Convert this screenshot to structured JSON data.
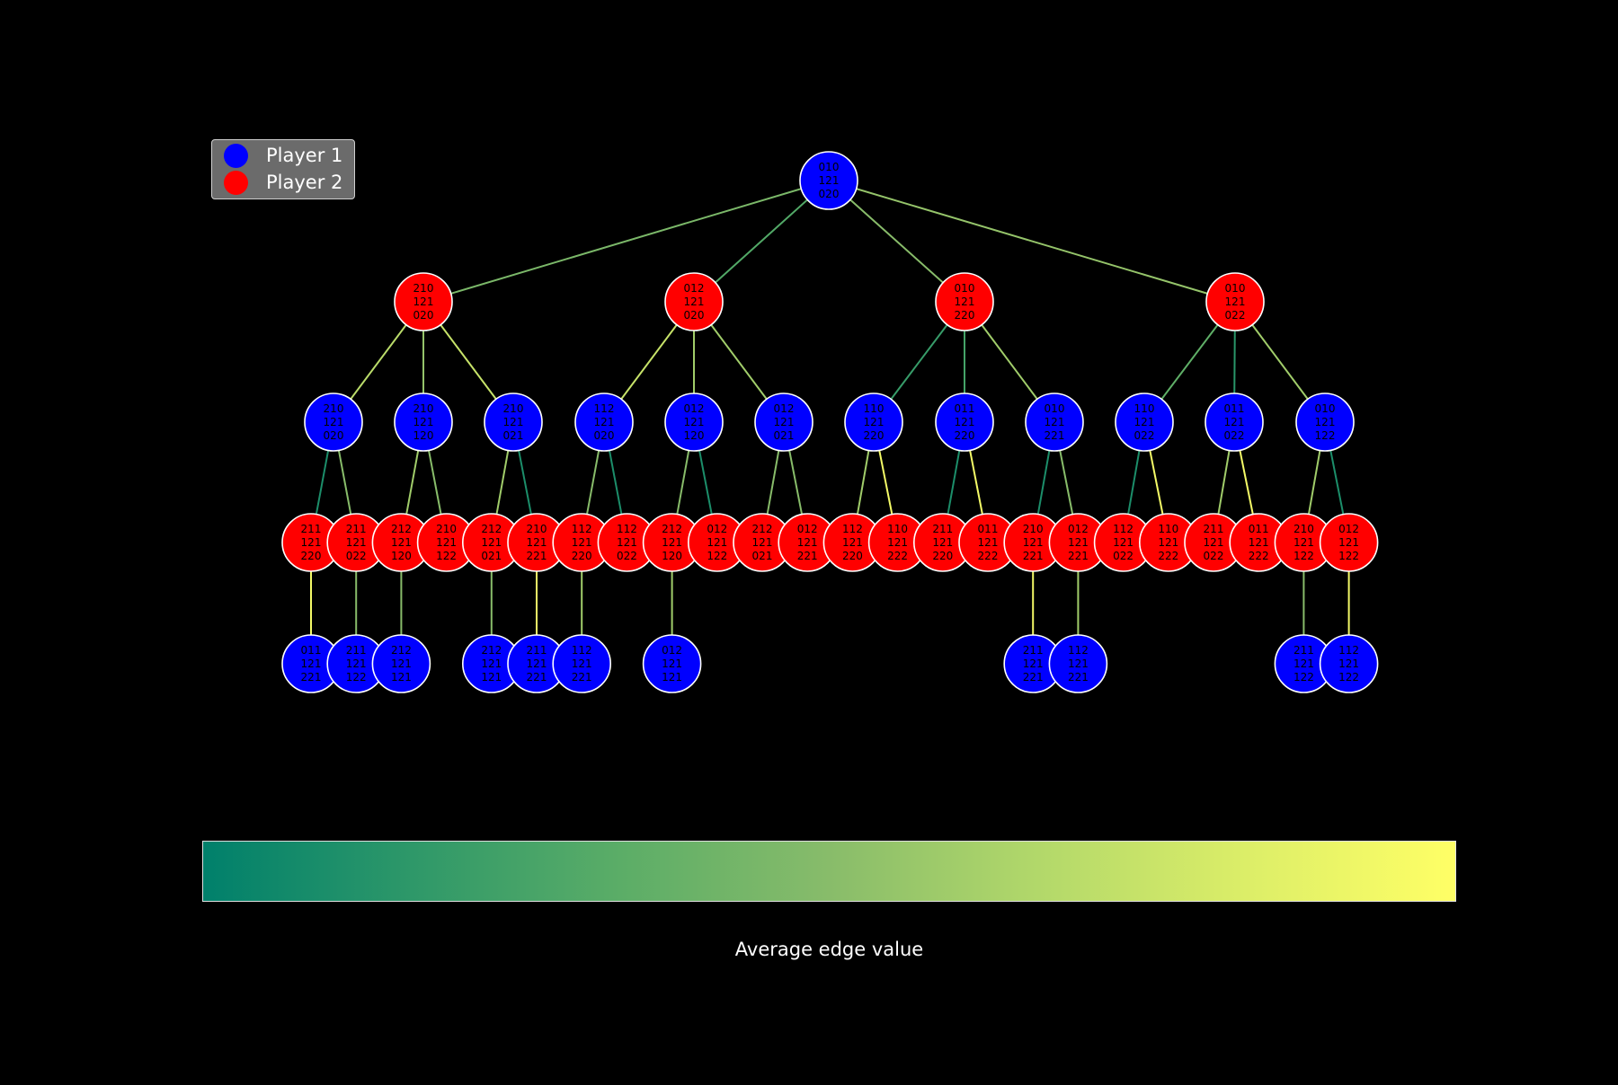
{
  "legend": {
    "items": [
      {
        "label": "Player 1",
        "color": "#0000ff"
      },
      {
        "label": "Player 2",
        "color": "#ff0000"
      }
    ]
  },
  "colorbar": {
    "label": "Average edge value",
    "colors": [
      "#00806b",
      "#2e9869",
      "#5bad67",
      "#88bc6a",
      "#b2d86a",
      "#dcee68",
      "#ffff66"
    ]
  },
  "tree": {
    "colors": {
      "player1": "#0000ff",
      "player2": "#ff0000",
      "node_border": "#ffffff",
      "text": "#000000"
    },
    "nodes": [
      {
        "id": "n0",
        "depth": 0,
        "player": 1,
        "lines": [
          "010",
          "121",
          "020"
        ]
      },
      {
        "id": "n1",
        "depth": 1,
        "player": 2,
        "lines": [
          "210",
          "121",
          "020"
        ],
        "parent": "n0",
        "edge": 0.45
      },
      {
        "id": "n2",
        "depth": 1,
        "player": 2,
        "lines": [
          "012",
          "121",
          "020"
        ],
        "parent": "n0",
        "edge": 0.3
      },
      {
        "id": "n3",
        "depth": 1,
        "player": 2,
        "lines": [
          "010",
          "121",
          "220"
        ],
        "parent": "n0",
        "edge": 0.5
      },
      {
        "id": "n4",
        "depth": 1,
        "player": 2,
        "lines": [
          "010",
          "121",
          "022"
        ],
        "parent": "n0",
        "edge": 0.55
      },
      {
        "id": "n5",
        "depth": 2,
        "player": 1,
        "lines": [
          "210",
          "121",
          "020"
        ],
        "parent": "n1",
        "edge": 0.7
      },
      {
        "id": "n6",
        "depth": 2,
        "player": 1,
        "lines": [
          "210",
          "121",
          "120"
        ],
        "parent": "n1",
        "edge": 0.55
      },
      {
        "id": "n7",
        "depth": 2,
        "player": 1,
        "lines": [
          "210",
          "121",
          "021"
        ],
        "parent": "n1",
        "edge": 0.75
      },
      {
        "id": "n8",
        "depth": 2,
        "player": 1,
        "lines": [
          "112",
          "121",
          "020"
        ],
        "parent": "n2",
        "edge": 0.75
      },
      {
        "id": "n9",
        "depth": 2,
        "player": 1,
        "lines": [
          "012",
          "121",
          "120"
        ],
        "parent": "n2",
        "edge": 0.6
      },
      {
        "id": "n10",
        "depth": 2,
        "player": 1,
        "lines": [
          "012",
          "121",
          "021"
        ],
        "parent": "n2",
        "edge": 0.6
      },
      {
        "id": "n11",
        "depth": 2,
        "player": 1,
        "lines": [
          "110",
          "121",
          "220"
        ],
        "parent": "n3",
        "edge": 0.2
      },
      {
        "id": "n12",
        "depth": 2,
        "player": 1,
        "lines": [
          "011",
          "121",
          "220"
        ],
        "parent": "n3",
        "edge": 0.25
      },
      {
        "id": "n13",
        "depth": 2,
        "player": 1,
        "lines": [
          "010",
          "121",
          "221"
        ],
        "parent": "n3",
        "edge": 0.6
      },
      {
        "id": "n14",
        "depth": 2,
        "player": 1,
        "lines": [
          "110",
          "121",
          "022"
        ],
        "parent": "n4",
        "edge": 0.35
      },
      {
        "id": "n15",
        "depth": 2,
        "player": 1,
        "lines": [
          "011",
          "121",
          "022"
        ],
        "parent": "n4",
        "edge": 0.15
      },
      {
        "id": "n16",
        "depth": 2,
        "player": 1,
        "lines": [
          "010",
          "121",
          "122"
        ],
        "parent": "n4",
        "edge": 0.6
      },
      {
        "id": "n17",
        "depth": 3,
        "player": 2,
        "lines": [
          "211",
          "121",
          "220"
        ],
        "parent": "n5",
        "edge": 0.1
      },
      {
        "id": "n18",
        "depth": 3,
        "player": 2,
        "lines": [
          "211",
          "121",
          "022"
        ],
        "parent": "n5",
        "edge": 0.5
      },
      {
        "id": "n19",
        "depth": 3,
        "player": 2,
        "lines": [
          "212",
          "121",
          "120"
        ],
        "parent": "n6",
        "edge": 0.6
      },
      {
        "id": "n20",
        "depth": 3,
        "player": 2,
        "lines": [
          "210",
          "121",
          "122"
        ],
        "parent": "n6",
        "edge": 0.5
      },
      {
        "id": "n21",
        "depth": 3,
        "player": 2,
        "lines": [
          "212",
          "121",
          "021"
        ],
        "parent": "n7",
        "edge": 0.6
      },
      {
        "id": "n22",
        "depth": 3,
        "player": 2,
        "lines": [
          "210",
          "121",
          "221"
        ],
        "parent": "n7",
        "edge": 0.1
      },
      {
        "id": "n23",
        "depth": 3,
        "player": 2,
        "lines": [
          "112",
          "121",
          "220"
        ],
        "parent": "n8",
        "edge": 0.5
      },
      {
        "id": "n24",
        "depth": 3,
        "player": 2,
        "lines": [
          "112",
          "121",
          "022"
        ],
        "parent": "n8",
        "edge": 0.1
      },
      {
        "id": "n25",
        "depth": 3,
        "player": 2,
        "lines": [
          "212",
          "121",
          "120"
        ],
        "parent": "n9",
        "edge": 0.5
      },
      {
        "id": "n26",
        "depth": 3,
        "player": 2,
        "lines": [
          "012",
          "121",
          "122"
        ],
        "parent": "n9",
        "edge": 0.1
      },
      {
        "id": "n27",
        "depth": 3,
        "player": 2,
        "lines": [
          "212",
          "121",
          "021"
        ],
        "parent": "n10",
        "edge": 0.5
      },
      {
        "id": "n28",
        "depth": 3,
        "player": 2,
        "lines": [
          "012",
          "121",
          "221"
        ],
        "parent": "n10",
        "edge": 0.5
      },
      {
        "id": "n29",
        "depth": 3,
        "player": 2,
        "lines": [
          "112",
          "121",
          "220"
        ],
        "parent": "n11",
        "edge": 0.6
      },
      {
        "id": "n30",
        "depth": 3,
        "player": 2,
        "lines": [
          "110",
          "121",
          "222"
        ],
        "parent": "n11",
        "edge": 0.95
      },
      {
        "id": "n31",
        "depth": 3,
        "player": 2,
        "lines": [
          "211",
          "121",
          "220"
        ],
        "parent": "n12",
        "edge": 0.1
      },
      {
        "id": "n32",
        "depth": 3,
        "player": 2,
        "lines": [
          "011",
          "121",
          "222"
        ],
        "parent": "n12",
        "edge": 0.95
      },
      {
        "id": "n33",
        "depth": 3,
        "player": 2,
        "lines": [
          "210",
          "121",
          "221"
        ],
        "parent": "n13",
        "edge": 0.1
      },
      {
        "id": "n34",
        "depth": 3,
        "player": 2,
        "lines": [
          "012",
          "121",
          "221"
        ],
        "parent": "n13",
        "edge": 0.5
      },
      {
        "id": "n35",
        "depth": 3,
        "player": 2,
        "lines": [
          "112",
          "121",
          "022"
        ],
        "parent": "n14",
        "edge": 0.1
      },
      {
        "id": "n36",
        "depth": 3,
        "player": 2,
        "lines": [
          "110",
          "121",
          "222"
        ],
        "parent": "n14",
        "edge": 0.95
      },
      {
        "id": "n37",
        "depth": 3,
        "player": 2,
        "lines": [
          "211",
          "121",
          "022"
        ],
        "parent": "n15",
        "edge": 0.6
      },
      {
        "id": "n38",
        "depth": 3,
        "player": 2,
        "lines": [
          "011",
          "121",
          "222"
        ],
        "parent": "n15",
        "edge": 0.95
      },
      {
        "id": "n39",
        "depth": 3,
        "player": 2,
        "lines": [
          "210",
          "121",
          "122"
        ],
        "parent": "n16",
        "edge": 0.6
      },
      {
        "id": "n40",
        "depth": 3,
        "player": 2,
        "lines": [
          "012",
          "121",
          "122"
        ],
        "parent": "n16",
        "edge": 0.1
      },
      {
        "id": "n41",
        "depth": 4,
        "player": 1,
        "lines": [
          "011",
          "121",
          "221"
        ],
        "parent": "n17",
        "edge": 0.95
      },
      {
        "id": "n42",
        "depth": 4,
        "player": 1,
        "lines": [
          "211",
          "121",
          "122"
        ],
        "parent": "n18",
        "edge": 0.5
      },
      {
        "id": "n43",
        "depth": 4,
        "player": 1,
        "lines": [
          "212",
          "121",
          "121"
        ],
        "parent": "n19",
        "edge": 0.5
      },
      {
        "id": "n44",
        "depth": 4,
        "player": 1,
        "lines": [
          "212",
          "121",
          "121"
        ],
        "parent": "n21",
        "edge": 0.5
      },
      {
        "id": "n45",
        "depth": 4,
        "player": 1,
        "lines": [
          "211",
          "121",
          "221"
        ],
        "parent": "n22",
        "edge": 0.95
      },
      {
        "id": "n46",
        "depth": 4,
        "player": 1,
        "lines": [
          "112",
          "121",
          "221"
        ],
        "parent": "n23",
        "edge": 0.6
      },
      {
        "id": "n47",
        "depth": 4,
        "player": 1,
        "lines": [
          "012",
          "121",
          "121"
        ],
        "parent": "n25",
        "edge": 0.6
      },
      {
        "id": "n48",
        "depth": 4,
        "player": 1,
        "lines": [
          "211",
          "121",
          "221"
        ],
        "parent": "n33",
        "edge": 0.95
      },
      {
        "id": "n49",
        "depth": 4,
        "player": 1,
        "lines": [
          "112",
          "121",
          "221"
        ],
        "parent": "n34",
        "edge": 0.6
      },
      {
        "id": "n50",
        "depth": 4,
        "player": 1,
        "lines": [
          "211",
          "121",
          "122"
        ],
        "parent": "n39",
        "edge": 0.5
      },
      {
        "id": "n51",
        "depth": 4,
        "player": 1,
        "lines": [
          "112",
          "121",
          "122"
        ],
        "parent": "n40",
        "edge": 0.95
      }
    ]
  }
}
